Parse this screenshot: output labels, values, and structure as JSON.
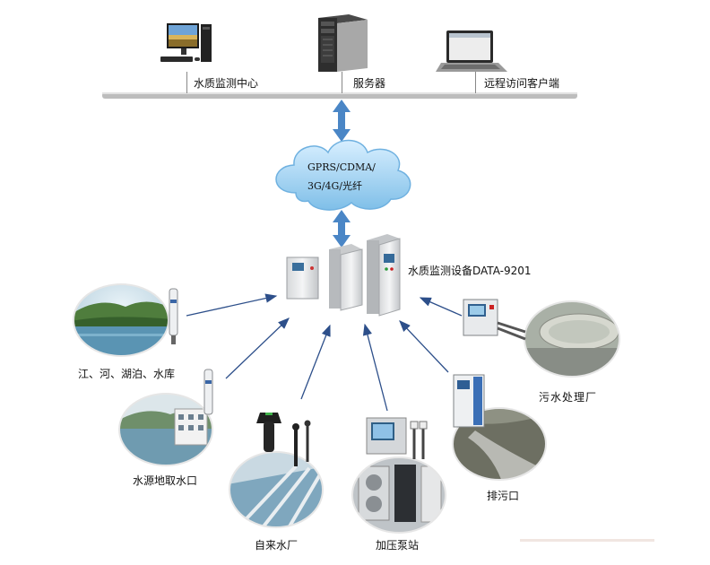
{
  "top_nodes": [
    {
      "label": "水质监测中心",
      "icon": "desktop-computer-icon"
    },
    {
      "label": "服务器",
      "icon": "server-tower-icon"
    },
    {
      "label": "远程访问客户端",
      "icon": "laptop-icon"
    }
  ],
  "network_cloud": {
    "line1": "GPRS/CDMA/",
    "line2": "3G/4G/光纤"
  },
  "device": {
    "label": "水质监测设备DATA-9201"
  },
  "sources": [
    {
      "label": "江、河、湖泊、水库"
    },
    {
      "label": "水源地取水口"
    },
    {
      "label": "自来水厂"
    },
    {
      "label": "加压泵站"
    },
    {
      "label": "排污口"
    },
    {
      "label": "污水处理厂"
    }
  ],
  "colors": {
    "arrow": "#2d4f8a",
    "bus": "#b9b9b9",
    "cloud": "#9fd0ee",
    "double_arrow": "#4a86c6"
  }
}
